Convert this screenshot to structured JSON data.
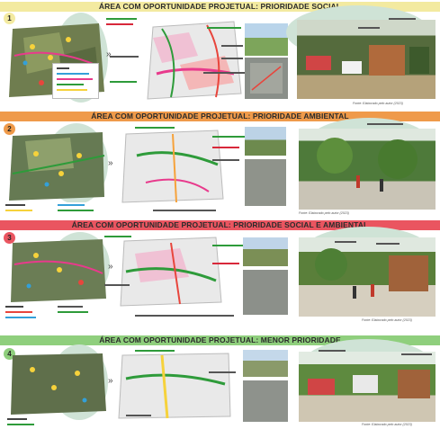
{
  "sections": [
    {
      "number": "1",
      "title": "ÁREA COM OPORTUNIDADE PROJETUAL: PRIORIDADE SOCIAL",
      "source": "Fonte: Elaborado pelo autor (2023)"
    },
    {
      "number": "2",
      "title": "ÁREA COM OPORTUNIDADE PROJETUAL: PRIORIDADE AMBIENTAL",
      "source": "Fonte: Elaborado pelo autor (2023)"
    },
    {
      "number": "3",
      "title": "ÁREA COM OPORTUNIDADE PROJETUAL: PRIORIDADE SOCIAL E AMBIENTAL",
      "source": "Fonte: Elaborado pelo autor (2023)"
    },
    {
      "number": "4",
      "title": "ÁREA COM OPORTUNIDADE PROJETUAL: MENOR PRIORIDADE",
      "source": "Fonte: Elaborado pelo autor (2023)"
    }
  ],
  "colors": {
    "social": "#f3eaa0",
    "ambiental": "#ef9a4a",
    "social_ambiental": "#ea5560",
    "menor": "#8fcf7d",
    "annotation_green": "#2e9b3a",
    "annotation_red": "#d8283a",
    "blob": "#cfe3d6"
  }
}
